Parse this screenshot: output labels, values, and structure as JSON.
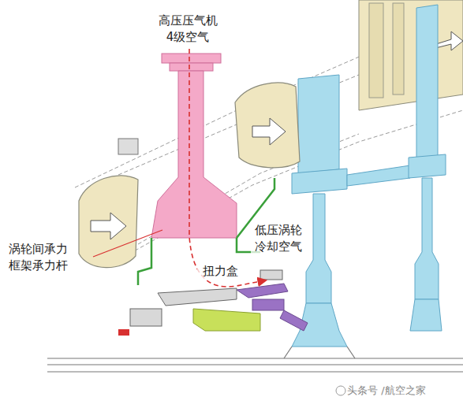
{
  "diagram": {
    "labels": [
      "高压压气机 4级空气",
      "涡轮间承力 框架承力杆",
      "扭力盒",
      "低压涡轮 冷却空气",
      "头条号 /航空之家"
    ]
  }
}
